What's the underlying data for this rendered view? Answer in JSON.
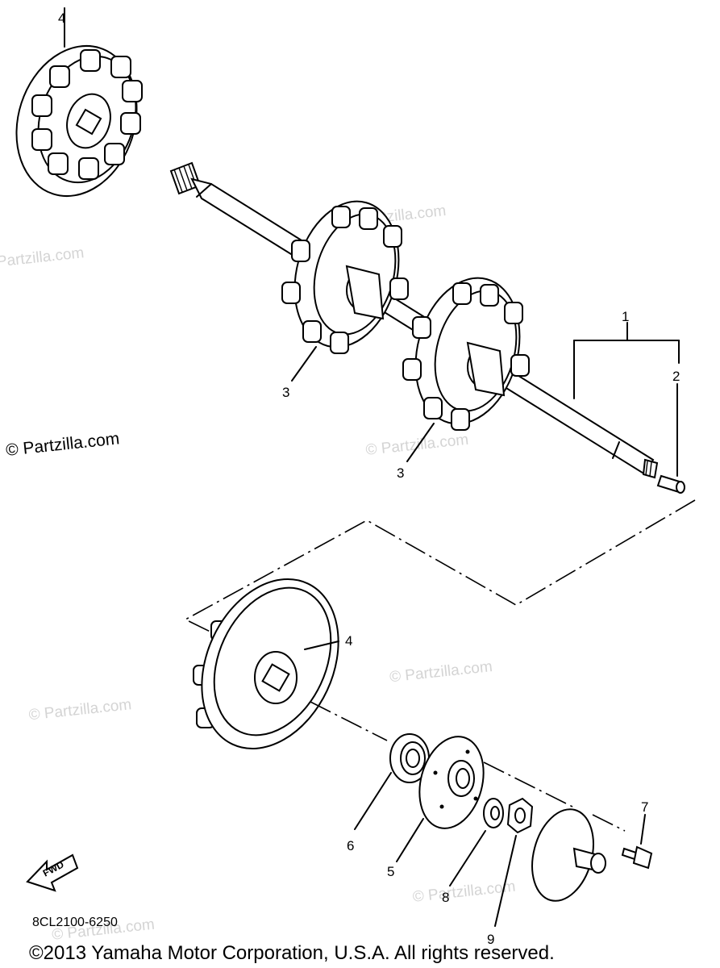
{
  "diagram": {
    "callouts": {
      "c1": "1",
      "c2": "2",
      "c3a": "3",
      "c3b": "3",
      "c4a": "4",
      "c4b": "4",
      "c5": "5",
      "c6": "6",
      "c7": "7",
      "c8": "8",
      "c9": "9"
    },
    "watermark": "© Partzilla.com",
    "fwd_label": "FWD",
    "diagram_code": "8CL2100-6250",
    "copyright": "©2013  Yamaha Motor Corporation, U.S.A. All rights reserved."
  }
}
